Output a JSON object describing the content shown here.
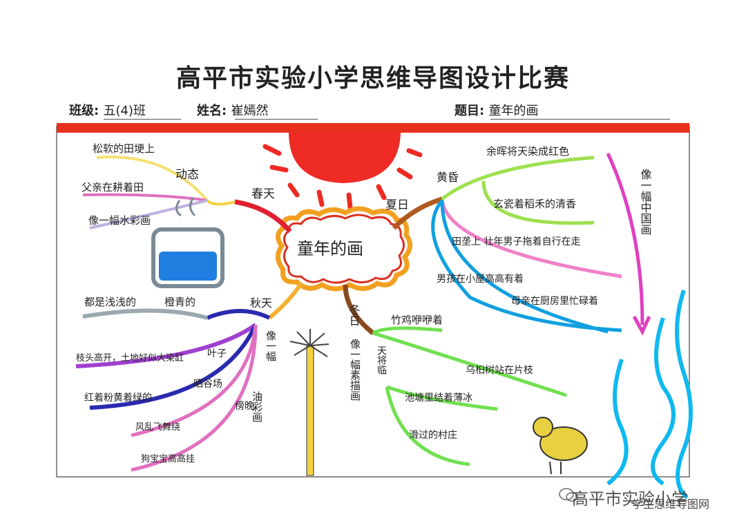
{
  "header": {
    "title": "高平市实验小学思维导图设计比赛",
    "class_label": "班级:",
    "class_value": "五(4)班",
    "name_label": "姓名:",
    "name_value": "崔嫣然",
    "topic_label": "题目:",
    "topic_value": "童年的画"
  },
  "map": {
    "center": "童年的画",
    "spring": {
      "label": "春天",
      "sub": "动态",
      "leaves": [
        "松软的田埂上",
        "父亲在耕着田",
        "像一幅水彩画"
      ]
    },
    "summer": {
      "label": "夏日",
      "sub": "黄昏",
      "leaves": [
        "余晖将天染成红色",
        "玄瓷着稻禾的清香",
        "田垄上 壮年男子拖着自行在走",
        "男孩在小屋高高有着",
        "母亲在厨房里忙碌着"
      ],
      "side": "像一幅中国画"
    },
    "autumn": {
      "label": "秋天",
      "sub_like": "像一幅",
      "sub_oil": "油彩画",
      "sub_evening": "傍晚",
      "leaves": [
        "都是浅浅的",
        "枝头高开，土地好似大染缸",
        "红着粉黄着绿的",
        "风乱飞舞绕",
        "狗宝宝高高挂"
      ],
      "sub_left": "橙青的",
      "sub_leaf": "叶子",
      "sub_paint": "晒谷场"
    },
    "winter": {
      "label": "冬日",
      "sub_like": "像一幅素描画",
      "sub": "天将临",
      "leaves": [
        "竹鸡咿咿着",
        "乌桕树站在片枝",
        "池塘里结着薄冰",
        "滑过的村庄"
      ]
    }
  },
  "watermark": {
    "line1": "高平市实验小学",
    "line2": "学生思维导图网"
  },
  "colors": {
    "red_band": "#e8301e",
    "sun": "#ee2a24",
    "blue": "#0aa0e0",
    "green": "#8fdc3a",
    "pink": "#f08ac8",
    "purple": "#a040d0",
    "navy": "#2a2ab0"
  }
}
